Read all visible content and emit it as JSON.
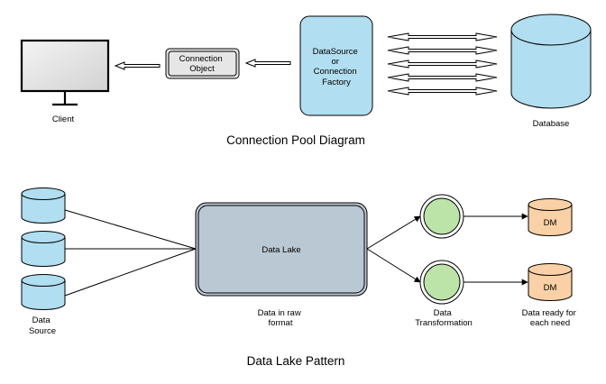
{
  "connection_pool": {
    "title": "Connection Pool Diagram",
    "client_label": "Client",
    "connection_object": [
      "Connection",
      "Object"
    ],
    "datasource": [
      "DataSource",
      "or",
      "Connection",
      "Factory"
    ],
    "database_label": "Database"
  },
  "data_lake": {
    "title": "Data Lake Pattern",
    "source_label": [
      "Data",
      "Source"
    ],
    "lake_label": "Data Lake",
    "raw_caption": [
      "Data in raw",
      "format"
    ],
    "transform_caption": [
      "Data",
      "Transformation"
    ],
    "mart_label": "DM",
    "ready_caption": [
      "Data ready for",
      "each need"
    ]
  },
  "colors": {
    "light_blue": "#b1def0",
    "slate": "#bac8d3",
    "green": "#bce3a8",
    "orange": "#fad1a6",
    "screen_gray": "#e2e2e2"
  }
}
